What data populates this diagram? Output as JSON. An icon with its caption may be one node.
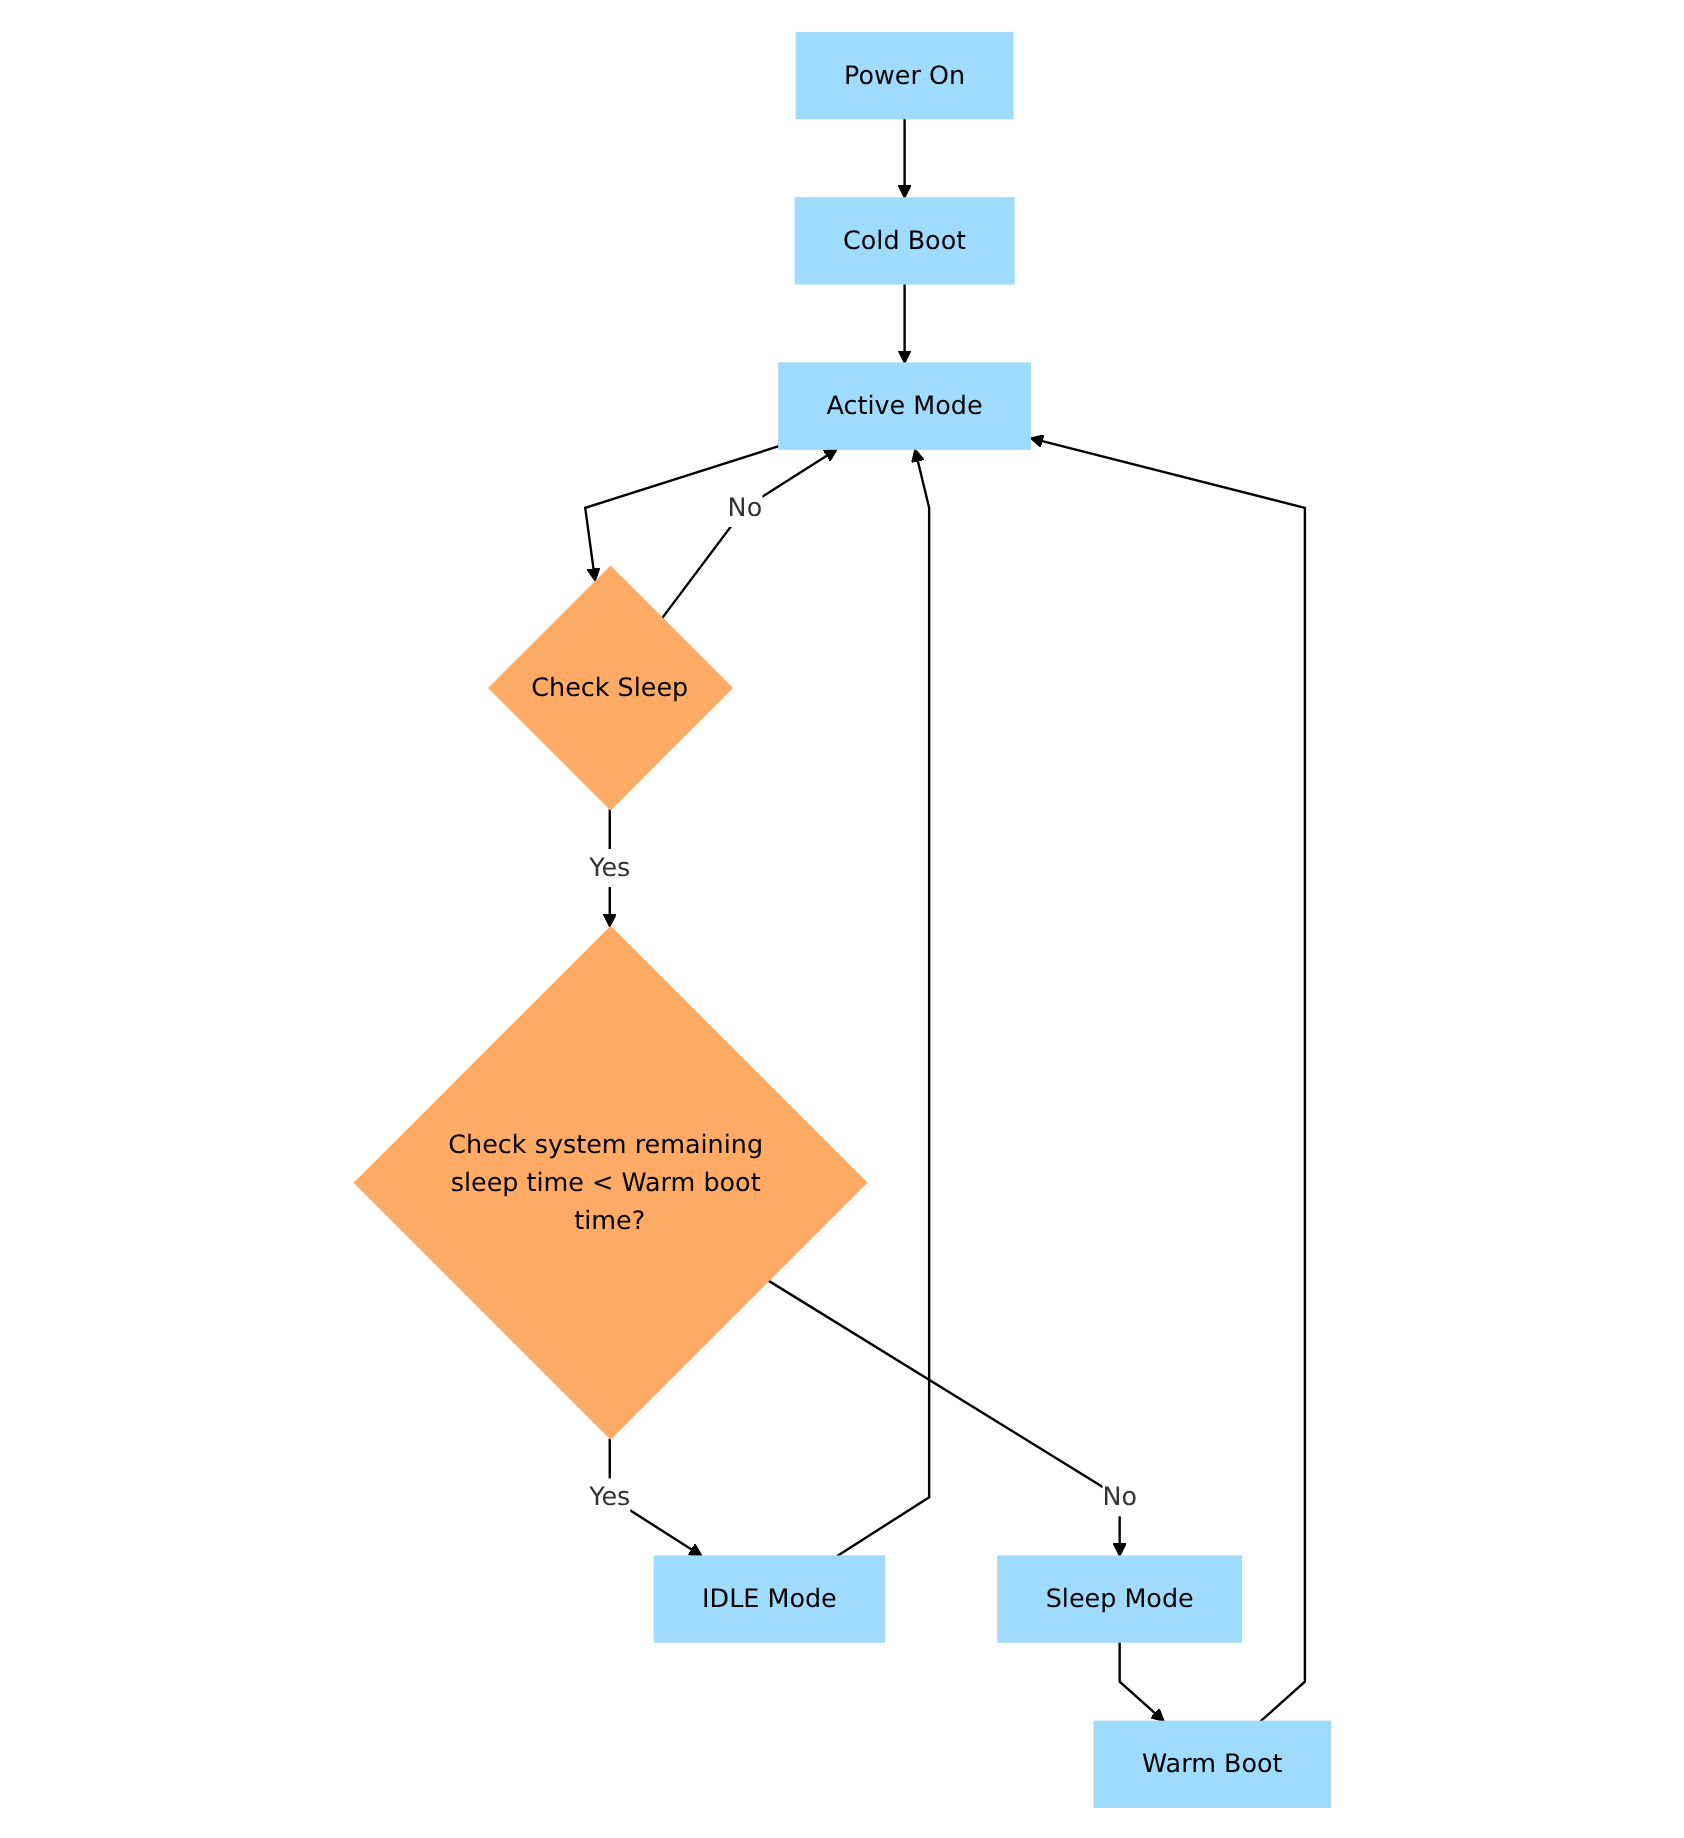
{
  "diagram": {
    "nodes": [
      {
        "text": [
          "Power On"
        ]
      },
      {
        "text": [
          "Cold Boot"
        ]
      },
      {
        "text": [
          "Warm Boot"
        ]
      },
      {
        "text": [
          "Active Mode"
        ]
      },
      {
        "text": [
          "Check Sleep"
        ]
      },
      {
        "text": [
          "Check system remaining sleep time < Warm boot time?"
        ]
      },
      {
        "text": [
          "IDLE Mode"
        ]
      },
      {
        "text": [
          "Sleep Mode"
        ]
      }
    ],
    "edges": [
      {
        "from": 0,
        "to": 1,
        "arrow": "to"
      },
      {
        "from": 1,
        "to": 3,
        "arrow": "to"
      },
      {
        "from": 2,
        "to": 3,
        "arrow": "to"
      },
      {
        "from": 3,
        "to": 4,
        "arrow": "to"
      },
      {
        "from": 4,
        "to": 3,
        "arrow": "to",
        "label": "No"
      },
      {
        "from": 4,
        "to": 5,
        "arrow": "to",
        "label": "Yes"
      },
      {
        "from": 5,
        "to": 6,
        "arrow": "to",
        "label": "Yes"
      },
      {
        "from": 5,
        "to": 7,
        "arrow": "to",
        "label": "No"
      },
      {
        "from": 6,
        "to": 3,
        "arrow": "to"
      },
      {
        "from": 7,
        "to": 2,
        "arrow": "to"
      }
    ]
  }
}
